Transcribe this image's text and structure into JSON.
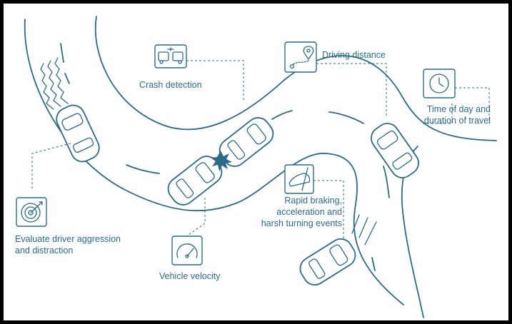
{
  "colors": {
    "primary": "#2b6b86",
    "background": "#ffffff",
    "frame": "#000000"
  },
  "labels": {
    "crash_detection": "Crash detection",
    "driving_distance": "Driving distance",
    "time_of_day": "Time of day and\nduration of travel",
    "rapid_braking": "Rapid braking,\nacceleration and\nharsh turning events",
    "evaluate_driver": "Evaluate driver aggression\nand distraction",
    "vehicle_velocity": "Vehicle velocity"
  },
  "icons": {
    "crash_detection": "crash-icon",
    "driving_distance": "map-pin-route-icon",
    "time_of_day": "clock-icon",
    "rapid_braking": "shoe-pedal-icon",
    "evaluate_driver": "target-icon",
    "vehicle_velocity": "speedometer-icon"
  }
}
